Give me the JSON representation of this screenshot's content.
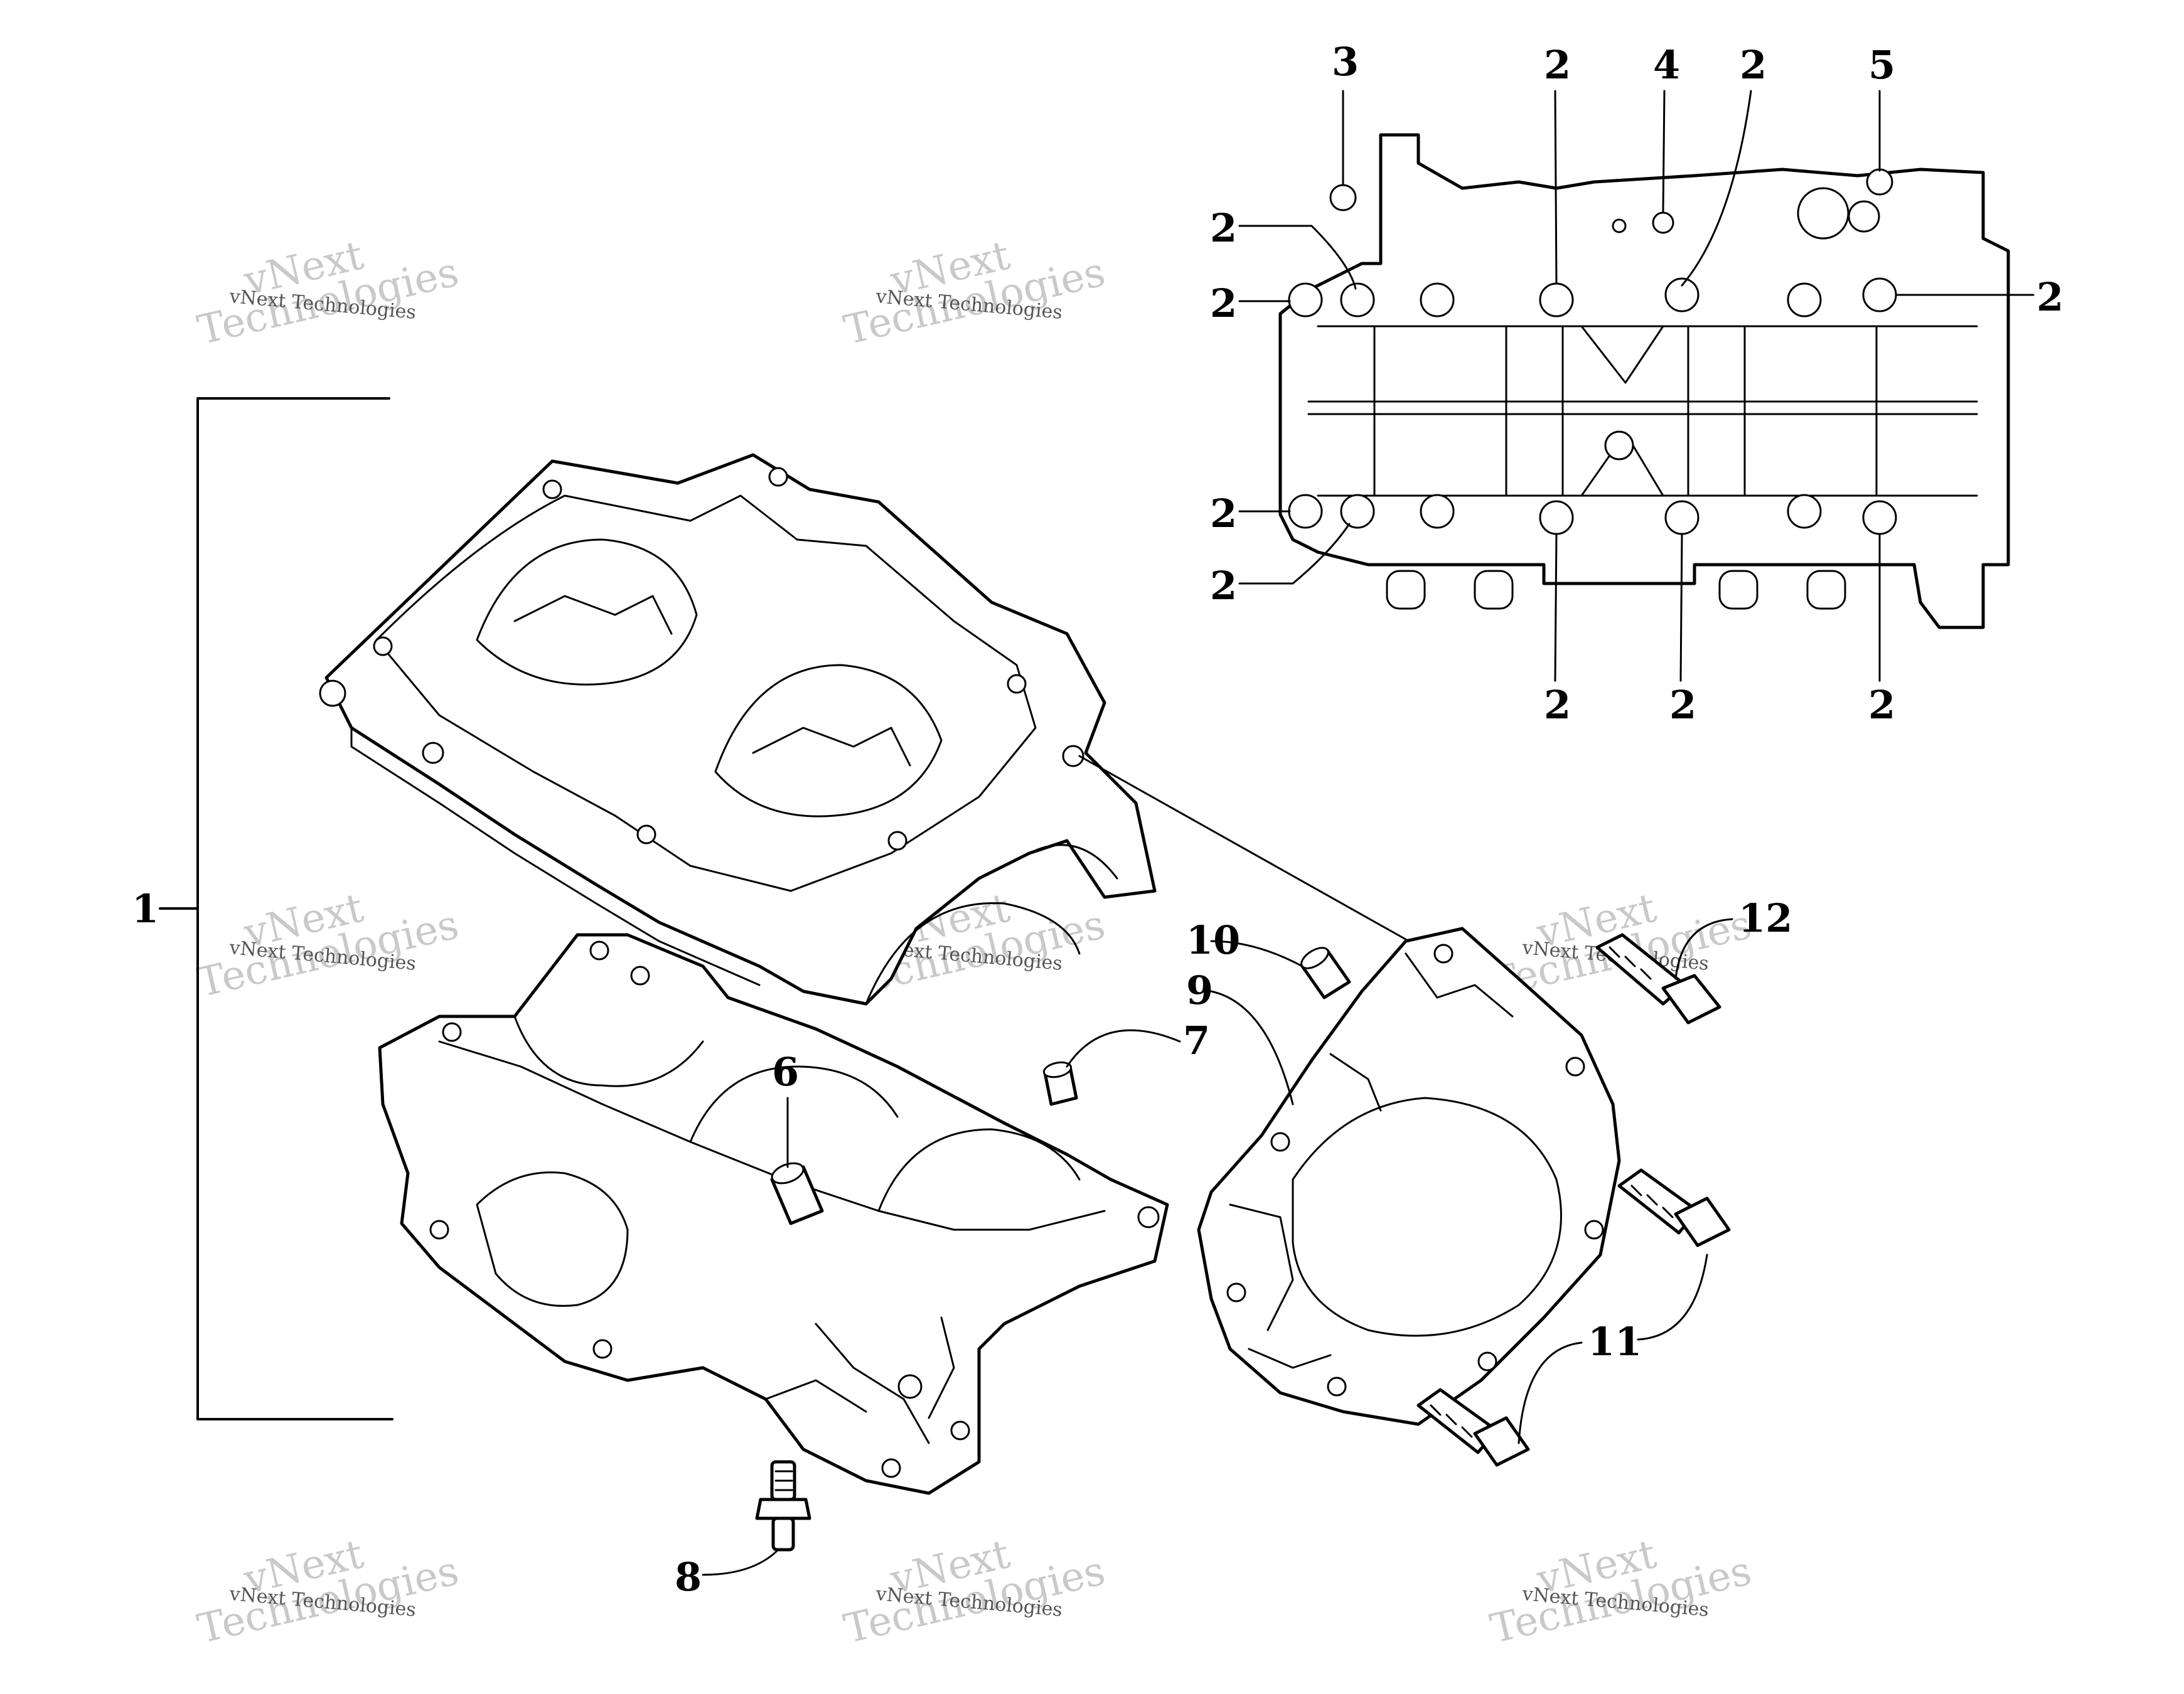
{
  "callouts": {
    "c1": "1",
    "c2": "2",
    "c3": "3",
    "c4": "4",
    "c5": "5",
    "c6": "6",
    "c7": "7",
    "c8": "8",
    "c9": "9",
    "c10": "10",
    "c11": "11",
    "c12": "12"
  },
  "watermark": {
    "line1": "vNext Technologies",
    "big_a": "vNext",
    "big_b": "Technologies"
  }
}
